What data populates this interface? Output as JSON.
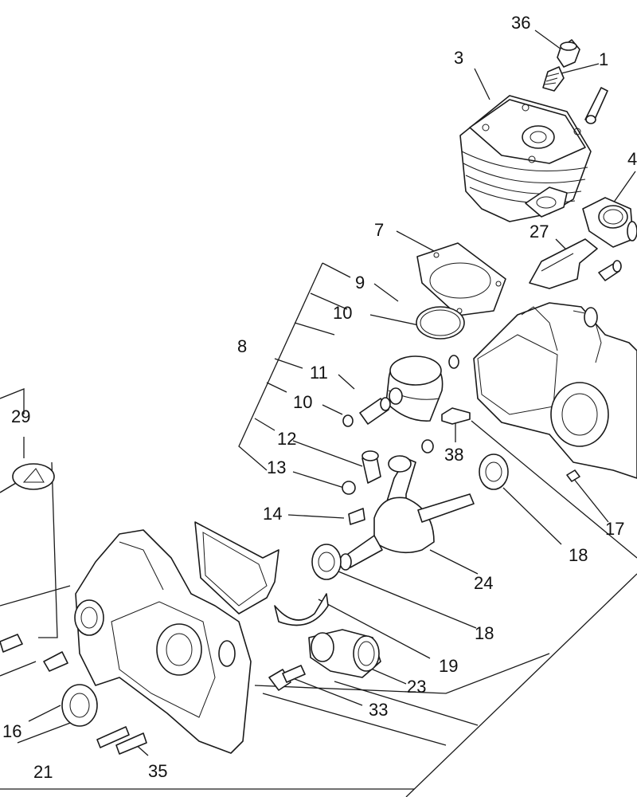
{
  "callouts": {
    "n1": "1",
    "n3": "3",
    "n4": "4",
    "n7": "7",
    "n8": "8",
    "n9": "9",
    "n10a": "10",
    "n10b": "10",
    "n11": "11",
    "n12": "12",
    "n13": "13",
    "n14": "14",
    "n16": "16",
    "n17": "17",
    "n18a": "18",
    "n18b": "18",
    "n19": "19",
    "n21": "21",
    "n23": "23",
    "n24": "24",
    "n27": "27",
    "n29": "29",
    "n33": "33",
    "n35": "35",
    "n36": "36",
    "n38": "38"
  }
}
